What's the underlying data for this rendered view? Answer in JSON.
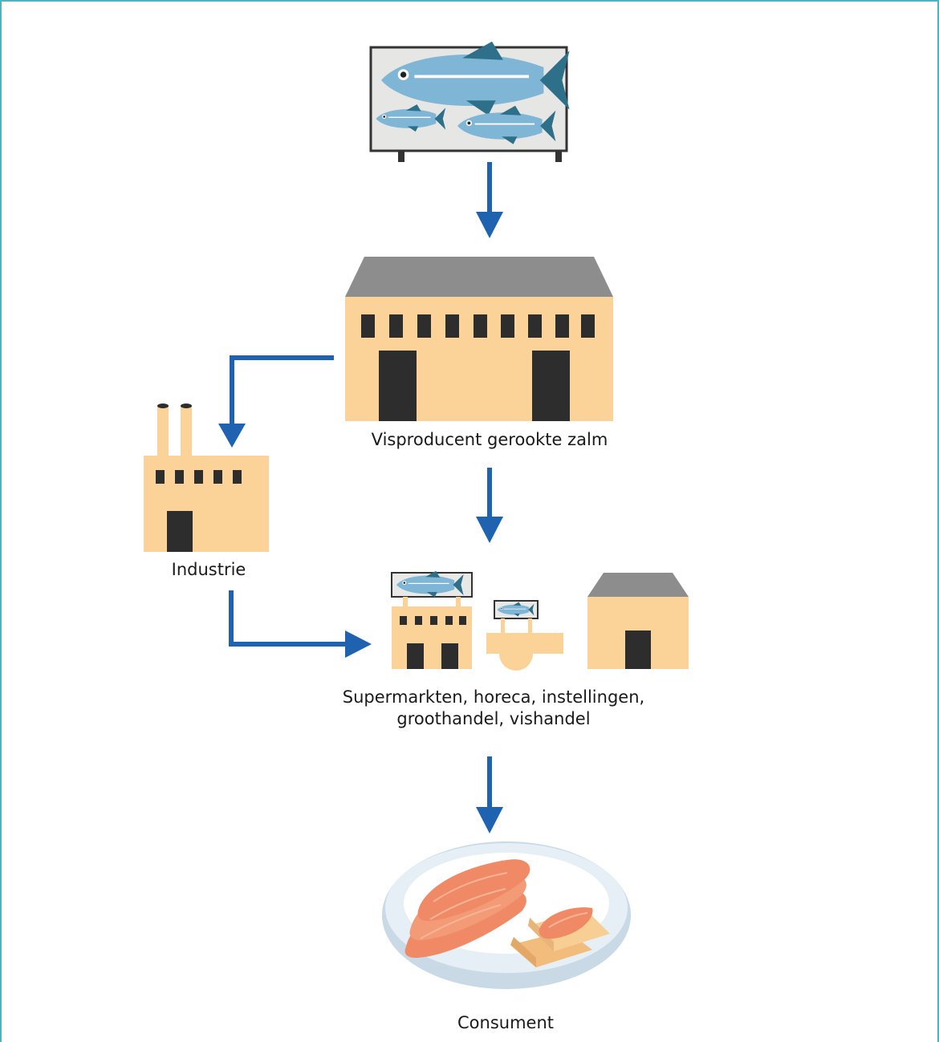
{
  "nodes": {
    "source": {
      "icon": "fish-display-icon"
    },
    "producer": {
      "label": "Visproducent gerookte zalm",
      "icon": "warehouse-icon"
    },
    "industry": {
      "label": "Industrie",
      "icon": "factory-icon"
    },
    "retail": {
      "label_line1": "Supermarkten, horeca, instellingen,",
      "label_line2": "groothandel, vishandel",
      "icon": "shops-icon"
    },
    "consumer": {
      "label": "Consument",
      "icon": "salmon-plate-icon"
    }
  },
  "edges": [
    {
      "from": "source",
      "to": "producer"
    },
    {
      "from": "producer",
      "to": "industry"
    },
    {
      "from": "producer",
      "to": "retail"
    },
    {
      "from": "industry",
      "to": "retail"
    },
    {
      "from": "retail",
      "to": "consumer"
    }
  ],
  "colors": {
    "arrow": "#1f63b0",
    "building": "#fbd297",
    "roof": "#8d8d8d",
    "window": "#2d2d2d",
    "fish": "#7fb5d5",
    "fish_fin": "#2e6f8a",
    "salmon": "#f08a66",
    "plate": "#dfe9f0",
    "frame": "#4fb3bf"
  }
}
